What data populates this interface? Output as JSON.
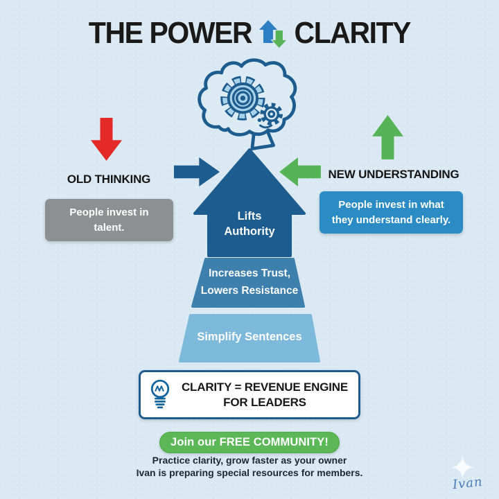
{
  "title": {
    "left": "THE POWER",
    "right": "CLARITY"
  },
  "old": {
    "label": "OLD THINKING",
    "card": "People invest in talent."
  },
  "new": {
    "label": "NEW UNDERSTANDING",
    "card": "People invest in what they understand clearly."
  },
  "pyramid": {
    "top": "Lifts Authority",
    "middle": "Increases Trust, Lowers Resistance",
    "bottom": "Simplify Sentences"
  },
  "callout": {
    "text": "CLARITY = REVENUE ENGINE FOR LEADERS"
  },
  "cta": {
    "label": "Join our FREE COMMUNITY!"
  },
  "footer": {
    "line1": "Practice clarity, grow faster as your owner",
    "line2": "Ivan is preparing special resources for members."
  },
  "signature": {
    "name": "Ivan",
    "star_glyph": "✦"
  },
  "colors": {
    "background": "#d9e8f2",
    "navy": "#1d5c8e",
    "mid_blue": "#3d7fad",
    "light_blue": "#7db9da",
    "bright_blue": "#2a8bc5",
    "gray": "#8d9093",
    "red": "#e32a28",
    "green": "#57b357",
    "pill_green": "#5cb757",
    "title_text": "#191919",
    "signature_blue": "#4a7cb5"
  }
}
